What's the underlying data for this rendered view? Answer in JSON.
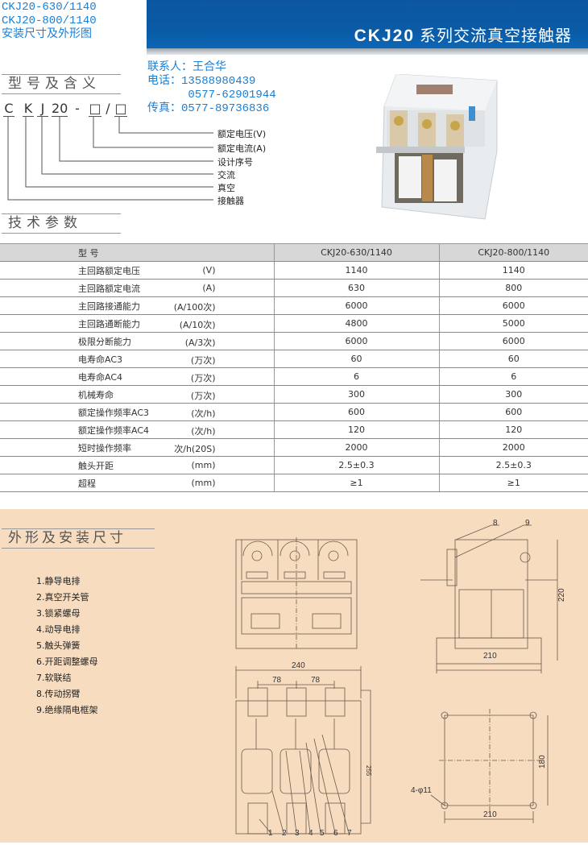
{
  "top_left": {
    "line1": "CKJ20-630/1140",
    "line2": "CKJ20-800/1140",
    "line3": "安装尺寸及外形图"
  },
  "banner": {
    "model": "CKJ20",
    "title": "系列交流真空接触器"
  },
  "contact": {
    "person": "联系人：王合华",
    "phone": "电话：13588980439",
    "phone2": "      0577-62901944",
    "fax": "传真：0577-89736836"
  },
  "model_section": {
    "title": "型号及含义",
    "code": [
      "C",
      "K",
      "J",
      "20",
      "-",
      "□",
      "/",
      "□"
    ],
    "meanings": [
      "额定电压(V)",
      "额定电流(A)",
      "设计序号",
      "交流",
      "真空",
      "接触器"
    ]
  },
  "tech_section": {
    "title": "技术参数"
  },
  "table": {
    "header": [
      "型 号",
      "CKJ20-630/1140",
      "CKJ20-800/1140"
    ],
    "rows": [
      {
        "param": "主回路额定电压",
        "unit": "(V)",
        "v1": "1140",
        "v2": "1140"
      },
      {
        "param": "主回路额定电流",
        "unit": "(A)",
        "v1": "630",
        "v2": "800"
      },
      {
        "param": "主回路接通能力",
        "unit": "(A/100次)",
        "v1": "6000",
        "v2": "6000"
      },
      {
        "param": "主回路通断能力",
        "unit": "(A/10次)",
        "v1": "4800",
        "v2": "5000"
      },
      {
        "param": "极限分断能力",
        "unit": "(A/3次)",
        "v1": "6000",
        "v2": "6000"
      },
      {
        "param": "电寿命AC3",
        "unit": "(万次)",
        "v1": "60",
        "v2": "60"
      },
      {
        "param": "电寿命AC4",
        "unit": "(万次)",
        "v1": "6",
        "v2": "6"
      },
      {
        "param": "机械寿命",
        "unit": "(万次)",
        "v1": "300",
        "v2": "300"
      },
      {
        "param": "额定操作频率AC3",
        "unit": "(次/h)",
        "v1": "600",
        "v2": "600"
      },
      {
        "param": "额定操作频率AC4",
        "unit": "(次/h)",
        "v1": "120",
        "v2": "120"
      },
      {
        "param": "短时操作频率",
        "unit": "次/h(20S)",
        "v1": "2000",
        "v2": "2000"
      },
      {
        "param": "触头开距",
        "unit": "(mm)",
        "v1": "2.5±0.3",
        "v2": "2.5±0.3"
      },
      {
        "param": "超程",
        "unit": "(mm)",
        "v1": "≥1",
        "v2": "≥1"
      }
    ]
  },
  "dimension_section": {
    "title": "外形及安装尺寸",
    "legend": [
      "1.静导电排",
      "2.真空开关管",
      "3.锁紧螺母",
      "4.动导电排",
      "5.触头弹簧",
      "6.开距调整螺母",
      "7.软联结",
      "8.传动拐臂",
      "9.绝缘隔电框架"
    ],
    "dims": {
      "side_width": "210",
      "side_height": "220",
      "front_width": "240",
      "pitch1": "78",
      "pitch2": "78",
      "front_height": "255",
      "mount_width": "210",
      "mount_height": "180",
      "holes": "4-φ11"
    },
    "callouts": [
      "1",
      "2",
      "3",
      "4",
      "5",
      "6",
      "7",
      "8",
      "9"
    ]
  }
}
